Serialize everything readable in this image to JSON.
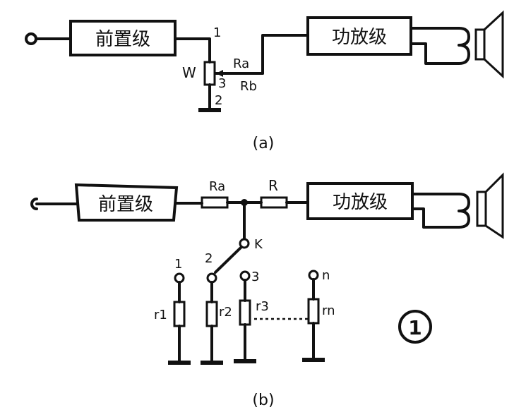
{
  "diagram_a": {
    "preamp_label": "前置级",
    "power_amp_label": "功放级",
    "node_1": "1",
    "node_2": "2",
    "node_3": "3",
    "pot_label": "W",
    "ra_label": "Ra",
    "rb_label": "Rb",
    "caption": "(a)"
  },
  "diagram_b": {
    "preamp_label": "前置级",
    "power_amp_label": "功放级",
    "ra_label": "Ra",
    "r_label": "R",
    "switch_label": "K",
    "contact_labels": [
      "1",
      "2",
      "3",
      "n"
    ],
    "resistor_labels": [
      "r1",
      "r2",
      "r3",
      "rn"
    ],
    "caption": "(b)"
  },
  "figure_number": "1"
}
